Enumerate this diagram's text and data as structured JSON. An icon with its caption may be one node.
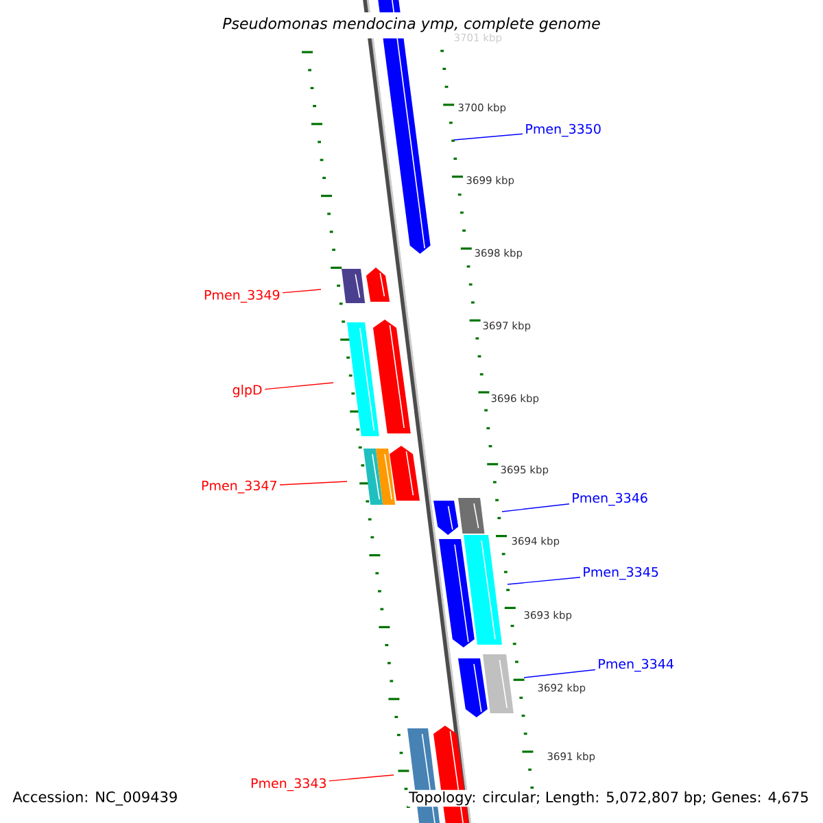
{
  "diagram": {
    "title": "Pseudomonas mendocina ymp, complete genome",
    "nodes": [
      {
        "text": [
          "Pmen_3350"
        ]
      },
      {
        "text": [
          "Pmen_3349"
        ]
      },
      {
        "text": [
          "glpD"
        ]
      },
      {
        "text": [
          "Pmen_3347"
        ]
      },
      {
        "text": [
          "Pmen_3346"
        ]
      },
      {
        "text": [
          "Pmen_3345"
        ]
      },
      {
        "text": [
          "Pmen_3344"
        ]
      },
      {
        "text": [
          "Pmen_3343"
        ]
      }
    ],
    "edges": [
      {
        "from": 0,
        "to": null,
        "arrow": "none",
        "color": "#0000ff"
      },
      {
        "from": 1,
        "to": null,
        "arrow": "none",
        "color": "#ff0000"
      },
      {
        "from": 2,
        "to": null,
        "arrow": "none",
        "color": "#ff0000"
      },
      {
        "from": 3,
        "to": null,
        "arrow": "none",
        "color": "#ff0000"
      },
      {
        "from": 4,
        "to": null,
        "arrow": "none",
        "color": "#0000ff"
      },
      {
        "from": 5,
        "to": null,
        "arrow": "none",
        "color": "#0000ff"
      },
      {
        "from": 6,
        "to": null,
        "arrow": "none",
        "color": "#0000ff"
      },
      {
        "from": 7,
        "to": null,
        "arrow": "none",
        "color": "#ff0000"
      }
    ],
    "labels": [
      "3701 kbp",
      "3700 kbp",
      "3699 kbp",
      "3698 kbp",
      "3697 kbp",
      "3696 kbp",
      "3695 kbp",
      "3694 kbp",
      "3693 kbp",
      "3692 kbp",
      "3691 kbp",
      "Accession: NC_009439",
      "Topology: circular; Length: 5,072,807 bp; Genes: 4,675"
    ]
  }
}
